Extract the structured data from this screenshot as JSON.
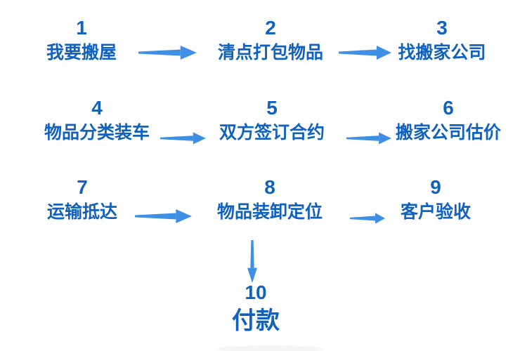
{
  "colors": {
    "text": "#1161BE",
    "arrow": "#3F90E4",
    "background": "#FFFFFF"
  },
  "flowchart": {
    "type": "process-flow",
    "language": "zh",
    "topic": "moving-house-process",
    "steps": [
      {
        "number": "1",
        "label": "我要搬屋"
      },
      {
        "number": "2",
        "label": "清点打包物品"
      },
      {
        "number": "3",
        "label": "找搬家公司"
      },
      {
        "number": "4",
        "label": "物品分类装车"
      },
      {
        "number": "5",
        "label": "双方签订合约"
      },
      {
        "number": "6",
        "label": "搬家公司估价"
      },
      {
        "number": "7",
        "label": "运输抵达"
      },
      {
        "number": "8",
        "label": "物品装卸定位"
      },
      {
        "number": "9",
        "label": "客户验收"
      },
      {
        "number": "10",
        "label": "付款"
      }
    ],
    "connections": [
      {
        "from": "1",
        "to": "2",
        "direction": "right"
      },
      {
        "from": "2",
        "to": "3",
        "direction": "right"
      },
      {
        "from": "4",
        "to": "5",
        "direction": "right"
      },
      {
        "from": "5",
        "to": "6",
        "direction": "right"
      },
      {
        "from": "7",
        "to": "8",
        "direction": "right"
      },
      {
        "from": "8",
        "to": "9",
        "direction": "right"
      },
      {
        "from": "8",
        "to": "10",
        "direction": "down"
      }
    ]
  }
}
